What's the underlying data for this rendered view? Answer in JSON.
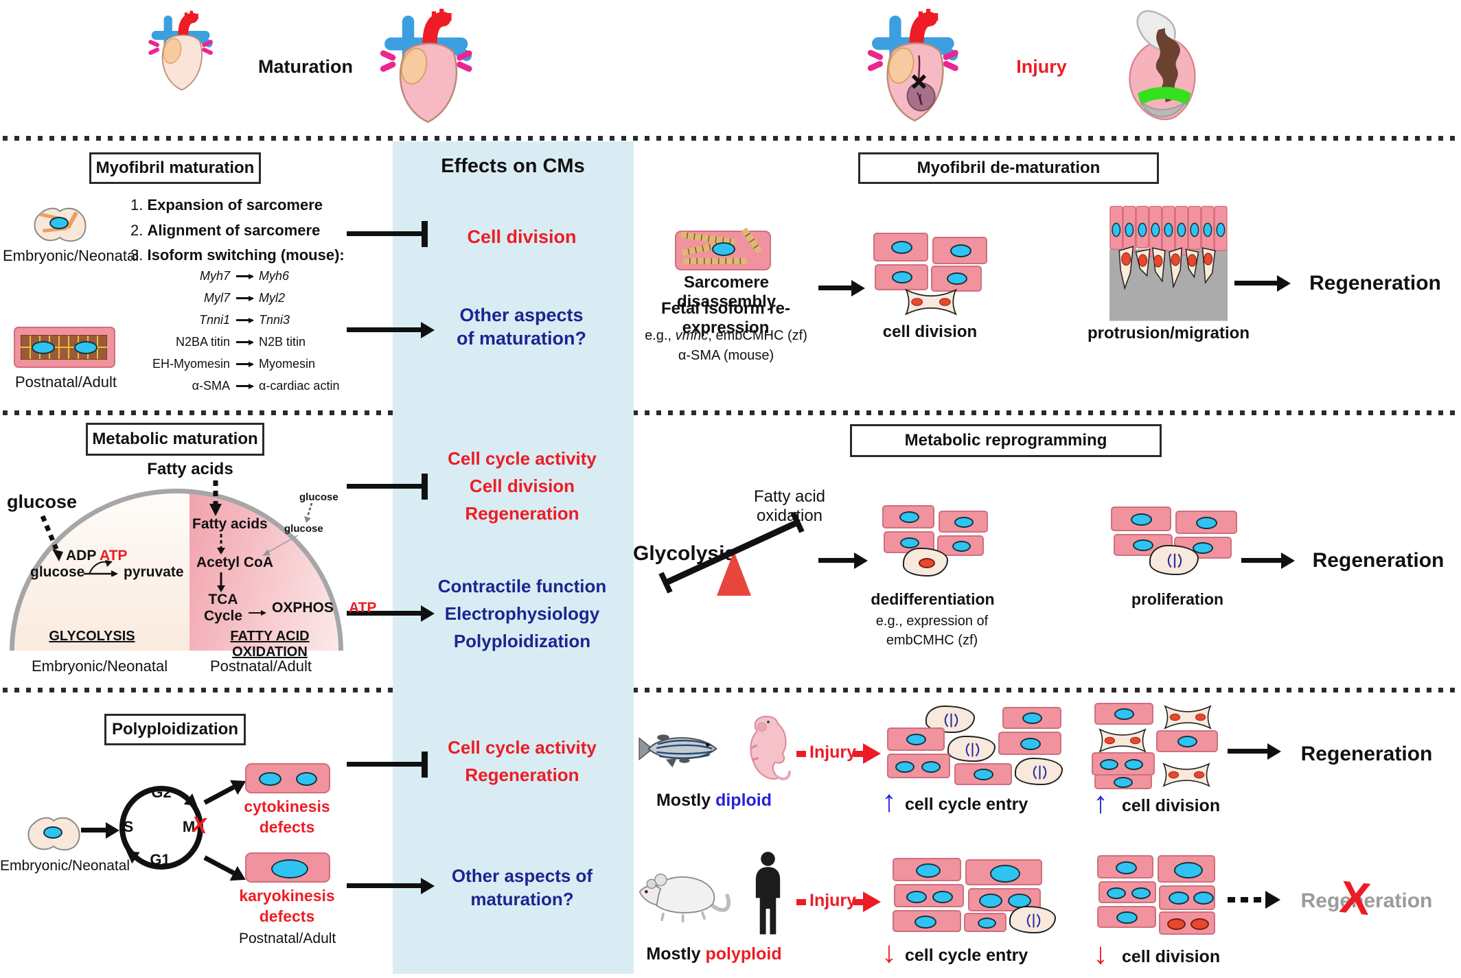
{
  "palette": {
    "red": "#ed1c24",
    "dark_navy_text": "#1b2590",
    "blue": "#2323d9",
    "light_blue_column": "#d9ecf4",
    "cell_pink": "#f1939e",
    "nucleus_cyan": "#2fc3f2",
    "cream_cell": "#f9e9dc",
    "nucleus_orange": "#e8482e",
    "gray_text": "#9b9b9b"
  },
  "top": {
    "maturation": "Maturation",
    "injury": "Injury"
  },
  "effects": {
    "title": "Effects on CMs",
    "r1_inhibit": "Cell division",
    "r1_promote1": "Other aspects",
    "r1_promote2": "of maturation?",
    "r2_inhibit1": "Cell cycle activity",
    "r2_inhibit2": "Cell division",
    "r2_inhibit3": "Regeneration",
    "r2_promote1": "Contractile function",
    "r2_promote2": "Electrophysiology",
    "r2_promote3": "Polyploidization",
    "r3_inhibit1": "Cell cycle activity",
    "r3_inhibit2": "Regeneration",
    "r3_promote1": "Other aspects of",
    "r3_promote2": "maturation?"
  },
  "myofibril": {
    "title": "Myofibril maturation",
    "embryonic": "Embryonic/Neonatal",
    "postnatal": "Postnatal/Adult",
    "steps": [
      {
        "num": "1.",
        "text": "Expansion of sarcomere"
      },
      {
        "num": "2.",
        "text": "Alignment of sarcomere"
      },
      {
        "num": "3.",
        "text": "Isoform switching (mouse):"
      }
    ],
    "isoforms": [
      {
        "from": "Myh7",
        "to": "Myh6"
      },
      {
        "from": "Myl7",
        "to": "Myl2"
      },
      {
        "from": "Tnni1",
        "to": "Tnni3"
      },
      {
        "from": "N2BA titin",
        "to": "N2B titin"
      },
      {
        "from": "EH-Myomesin",
        "to": "Myomesin"
      },
      {
        "from": "α-SMA",
        "to": "α-cardiac actin"
      }
    ]
  },
  "dematuration": {
    "title": "Myofibril de-maturation",
    "line1": "Sarcomere disassembly",
    "line2": "Fetal isoform re-expression",
    "eg_prefix": "e.g., ",
    "eg_italic": "vmhc",
    "eg_suffix": ", embCMHC (zf)",
    "eg_line2": "α-SMA (mouse)",
    "cell_division": "cell division",
    "protrusion": "protrusion/migration",
    "regeneration": "Regeneration"
  },
  "metabolic": {
    "title": "Metabolic maturation",
    "fatty_acids_heading": "Fatty acids",
    "glucose_big": "glucose",
    "adp": "ADP",
    "atp1": "ATP",
    "glucose_eq": "glucose",
    "pyruvate": "pyruvate",
    "glycolysis": "GLYCOLYSIS",
    "embryonic": "Embryonic/Neonatal",
    "fatty_acids_inner": "Fatty acids",
    "acetyl_coa": "Acetyl CoA",
    "tca1": "TCA",
    "tca2": "Cycle",
    "oxphos": "OXPHOS",
    "atp2": "ATP",
    "glucose_out": "glucose",
    "glucose_in": "glucose",
    "fao": "FATTY ACID OXIDATION",
    "postnatal": "Postnatal/Adult"
  },
  "reprogramming": {
    "title": "Metabolic reprogramming",
    "glycolysis": "Glycolysis",
    "fao": "Fatty acid oxidation",
    "dediff": "dedifferentiation",
    "dediff_eg1": "e.g., expression of",
    "dediff_eg2": "embCMHC (zf)",
    "proliferation": "proliferation",
    "regeneration": "Regeneration"
  },
  "polyploidization": {
    "title": "Polyploidization",
    "embryonic": "Embryonic/Neonatal",
    "postnatal": "Postnatal/Adult",
    "g2": "G2",
    "s": "S",
    "m": "M",
    "g1": "G1",
    "cytokinesis1": "cytokinesis",
    "cytokinesis2": "defects",
    "karyokinesis1": "karyokinesis",
    "karyokinesis2": "defects"
  },
  "injury_response": {
    "diploid": {
      "mostly": "Mostly ",
      "ploidy": "diploid",
      "injury": "Injury",
      "entry": "cell cycle entry",
      "division": "cell division",
      "regeneration": "Regeneration"
    },
    "polyploid": {
      "mostly": "Mostly ",
      "ploidy": "polyploid",
      "injury": "Injury",
      "entry": "cell cycle entry",
      "division": "cell division",
      "regeneration": "Regeneration"
    }
  }
}
